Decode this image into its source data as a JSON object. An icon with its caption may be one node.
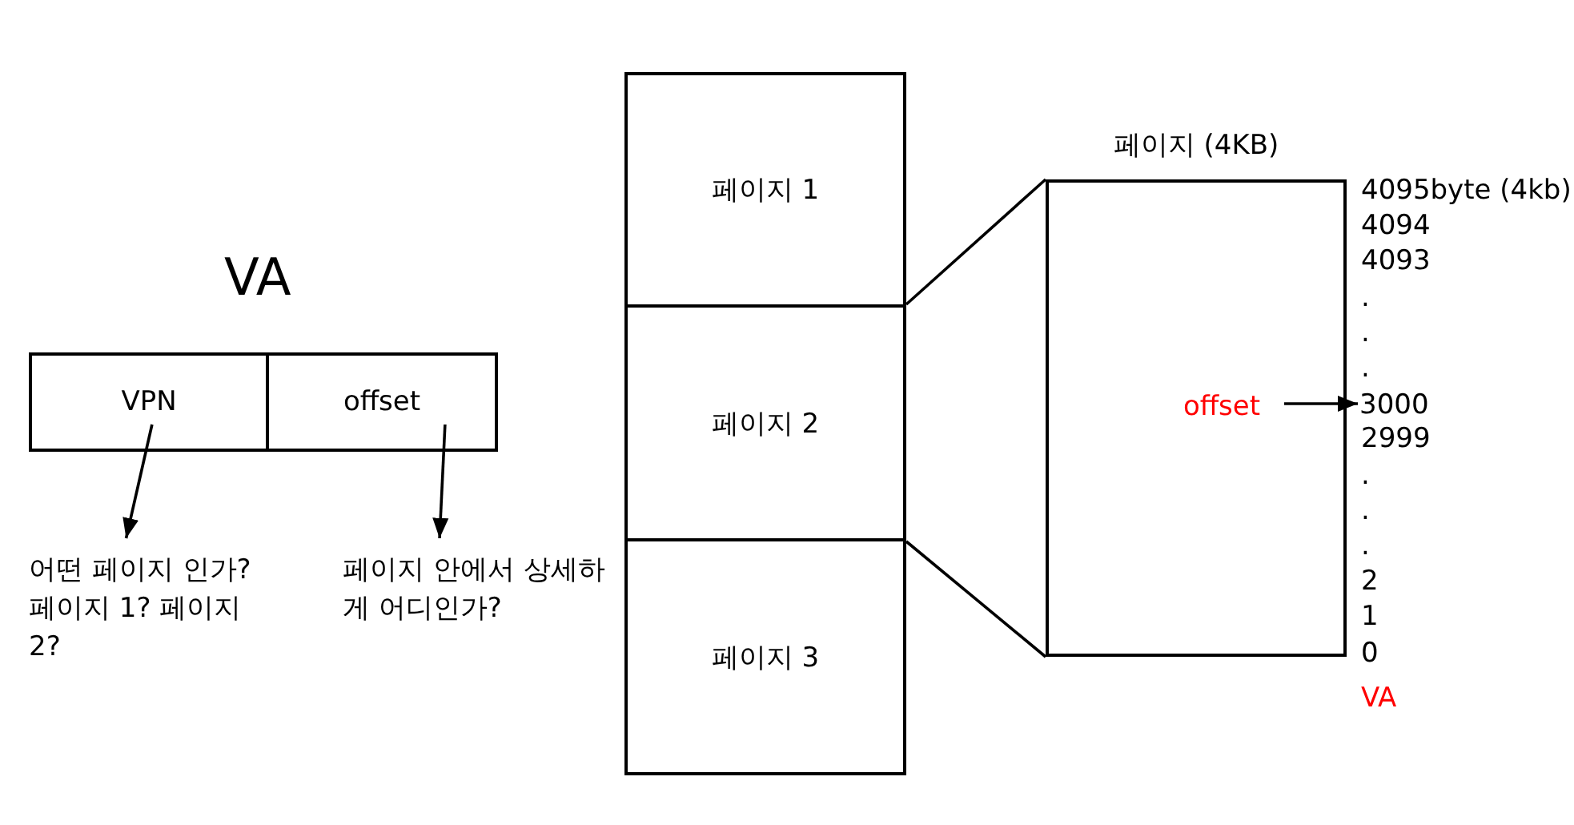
{
  "diagram": {
    "nodes": [
      {
        "text": [
          "VPN"
        ]
      },
      {
        "text": [
          "offset"
        ]
      },
      {
        "text": [
          "어떤 페이지 인가? 페이지 1? 페이지 2?"
        ]
      },
      {
        "text": [
          "페이지 안에서 상세하게 어디인가?"
        ]
      },
      {
        "text": [
          "페이지 1"
        ]
      },
      {
        "text": [
          "페이지 2"
        ]
      },
      {
        "text": [
          "페이지 3"
        ]
      },
      {
        "text": [
          "페이지 (4KB)"
        ]
      },
      {
        "text": [
          "offset"
        ],
        "in": 7
      },
      {
        "text": [
          "3000"
        ]
      }
    ],
    "edges": [
      {
        "from": 0,
        "to": 2,
        "arrow": "to"
      },
      {
        "from": 1,
        "to": 3,
        "arrow": "to"
      },
      {
        "from": 5,
        "to": 7,
        "arrow": "none"
      },
      {
        "from": 5,
        "to": 7,
        "arrow": "none"
      },
      {
        "from": 8,
        "to": 9,
        "arrow": "to"
      }
    ],
    "labels": [
      "VA",
      "4095byte (4kb)",
      "4094",
      "4093",
      ".",
      ".",
      ".",
      "2999",
      ".",
      ".",
      ".",
      "2",
      "1",
      "0",
      "VA"
    ]
  }
}
